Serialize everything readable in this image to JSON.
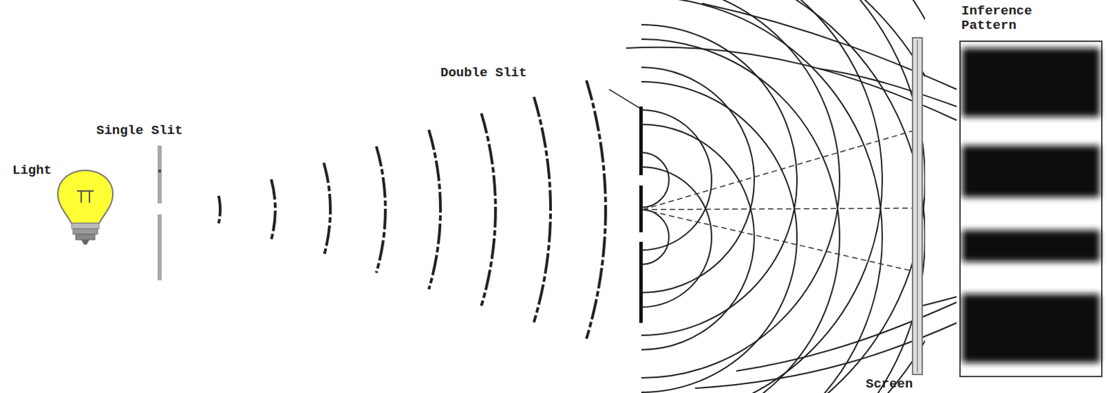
{
  "diagram": {
    "labels": [
      "Light",
      "Single Slit",
      "Double Slit",
      "Inference Pattern",
      "Screen"
    ]
  }
}
